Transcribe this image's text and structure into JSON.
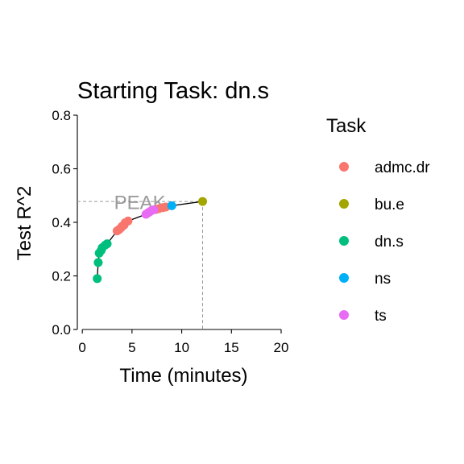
{
  "chart_data": {
    "type": "scatter",
    "title": "Starting Task:  dn.s",
    "xlabel": "Time (minutes)",
    "ylabel": "Test R^2",
    "xlim": [
      -0.5,
      20
    ],
    "ylim": [
      0,
      0.8
    ],
    "xticks": [
      0,
      5,
      10,
      15,
      20
    ],
    "yticks": [
      "0.0",
      "0.2",
      "0.4",
      "0.6",
      "0.8"
    ],
    "grid": false,
    "legend_position": "right",
    "legend_title": "Task",
    "annotation": {
      "text": "PEAK",
      "x": 3.2,
      "y": 0.48,
      "peak_x": 12.1,
      "peak_y": 0.478
    },
    "series": [
      {
        "name": "admc.dr",
        "color": "#F8766D",
        "points": [
          [
            3.5,
            0.368
          ],
          [
            3.7,
            0.373
          ],
          [
            3.9,
            0.38
          ],
          [
            4.0,
            0.385
          ],
          [
            4.2,
            0.39
          ],
          [
            4.3,
            0.398
          ],
          [
            4.6,
            0.405
          ],
          [
            7.4,
            0.448
          ],
          [
            7.7,
            0.451
          ],
          [
            8.1,
            0.455
          ],
          [
            8.4,
            0.457
          ]
        ]
      },
      {
        "name": "bu.e",
        "color": "#A3A500",
        "points": [
          [
            12.1,
            0.478
          ]
        ]
      },
      {
        "name": "dn.s",
        "color": "#00BF7D",
        "points": [
          [
            1.5,
            0.19
          ],
          [
            1.6,
            0.25
          ],
          [
            1.7,
            0.285
          ],
          [
            1.9,
            0.295
          ],
          [
            2.0,
            0.305
          ],
          [
            2.3,
            0.315
          ],
          [
            2.5,
            0.32
          ]
        ]
      },
      {
        "name": "ns",
        "color": "#00B0F6",
        "points": [
          [
            9.0,
            0.462
          ]
        ]
      },
      {
        "name": "ts",
        "color": "#E76BF3",
        "points": [
          [
            6.4,
            0.43
          ],
          [
            6.6,
            0.435
          ],
          [
            6.8,
            0.44
          ],
          [
            7.0,
            0.445
          ],
          [
            7.2,
            0.447
          ]
        ]
      }
    ],
    "curve": [
      [
        1.5,
        0.19
      ],
      [
        1.6,
        0.25
      ],
      [
        1.7,
        0.285
      ],
      [
        1.9,
        0.295
      ],
      [
        2.0,
        0.305
      ],
      [
        2.3,
        0.315
      ],
      [
        2.5,
        0.32
      ],
      [
        3.5,
        0.368
      ],
      [
        3.7,
        0.373
      ],
      [
        3.9,
        0.38
      ],
      [
        4.0,
        0.385
      ],
      [
        4.2,
        0.39
      ],
      [
        4.3,
        0.398
      ],
      [
        4.6,
        0.405
      ],
      [
        6.4,
        0.43
      ],
      [
        6.6,
        0.435
      ],
      [
        6.8,
        0.44
      ],
      [
        7.0,
        0.445
      ],
      [
        7.2,
        0.447
      ],
      [
        7.4,
        0.448
      ],
      [
        7.7,
        0.451
      ],
      [
        8.1,
        0.455
      ],
      [
        8.4,
        0.457
      ],
      [
        9.0,
        0.462
      ],
      [
        12.1,
        0.478
      ]
    ]
  }
}
